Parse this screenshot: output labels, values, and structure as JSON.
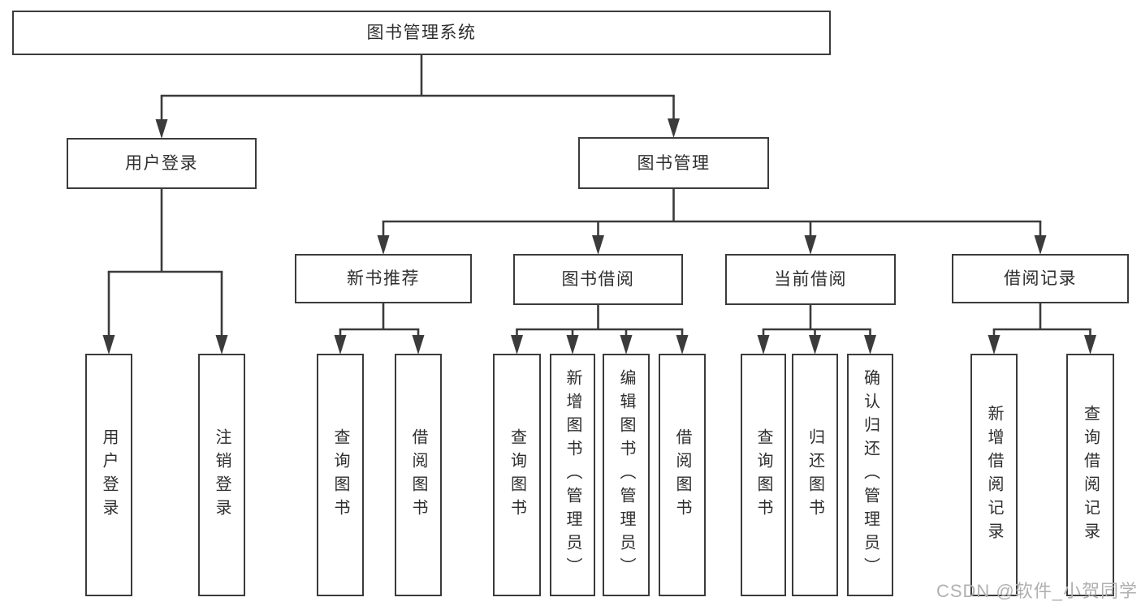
{
  "watermark": "CSDN @软件_小贺同学",
  "colors": {
    "background": "#ffffff",
    "line": "#3b3b3b",
    "box_border": "#3b3b3b",
    "box_fill": "#ffffff",
    "text": "#2e2e2e",
    "watermark": "#b0b0b0"
  },
  "diagram_type": "hierarchy-tree",
  "tree": {
    "id": "root",
    "label": "图书管理系统",
    "children": [
      {
        "id": "login",
        "label": "用户登录",
        "children": [
          {
            "id": "login_1",
            "label": "用户登录"
          },
          {
            "id": "login_2",
            "label": "注销登录"
          }
        ]
      },
      {
        "id": "mgmt",
        "label": "图书管理",
        "children": [
          {
            "id": "rec",
            "label": "新书推荐",
            "children": [
              {
                "id": "rec_1",
                "label": "查询图书"
              },
              {
                "id": "rec_2",
                "label": "借阅图书"
              }
            ]
          },
          {
            "id": "borrow",
            "label": "图书借阅",
            "children": [
              {
                "id": "borrow_1",
                "label": "查询图书"
              },
              {
                "id": "borrow_2",
                "label": "新增图书（管理员）"
              },
              {
                "id": "borrow_3",
                "label": "编辑图书（管理员）"
              },
              {
                "id": "borrow_4",
                "label": "借阅图书"
              }
            ]
          },
          {
            "id": "current",
            "label": "当前借阅",
            "children": [
              {
                "id": "current_1",
                "label": "查询图书"
              },
              {
                "id": "current_2",
                "label": "归还图书"
              },
              {
                "id": "current_3",
                "label": "确认归还（管理员）"
              }
            ]
          },
          {
            "id": "records",
            "label": "借阅记录",
            "children": [
              {
                "id": "records_1",
                "label": "新增借阅记录"
              },
              {
                "id": "records_2",
                "label": "查询借阅记录"
              }
            ]
          }
        ]
      }
    ]
  }
}
